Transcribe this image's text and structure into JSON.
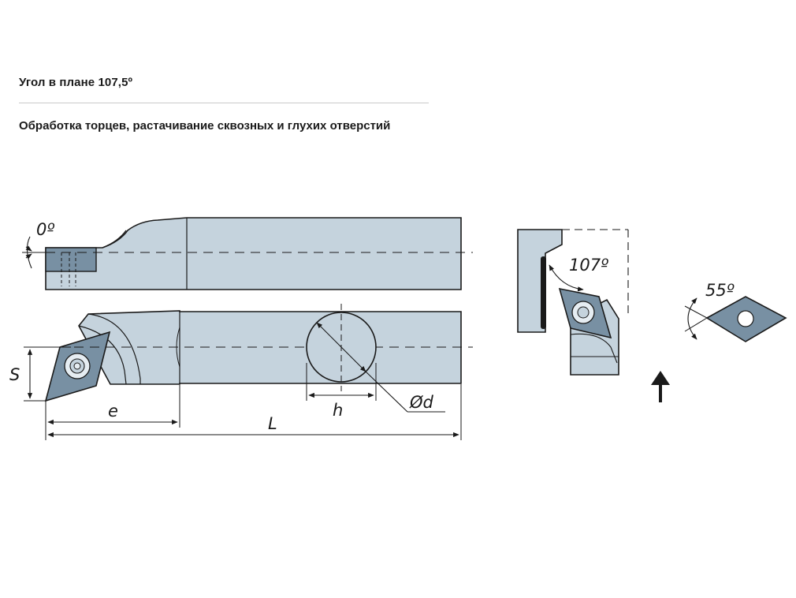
{
  "header": {
    "title": "Угол в плане 107,5º",
    "subtitle": "Обработка торцев, растачивание сквозных и глухих отверстий"
  },
  "drawing": {
    "labels": {
      "lead_angle": "0º",
      "offset": "S",
      "edge_distance": "e",
      "total_length": "L",
      "shank_height": "h",
      "diameter": "Ød",
      "approach_angle": "107º",
      "insert_angle": "55º"
    },
    "colors": {
      "body": "#c5d3dd",
      "outline": "#1a1a1a",
      "insert": "#7890a3"
    }
  }
}
